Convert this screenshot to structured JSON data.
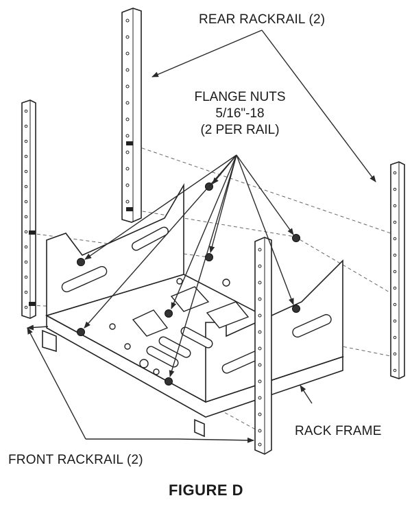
{
  "labels": {
    "rear_rackrail": "REAR RACKRAIL (2)",
    "flange_nuts_line1": "FLANGE NUTS",
    "flange_nuts_line2": "5/16\"-18",
    "flange_nuts_line3": "(2 PER RAIL)",
    "rack_frame": "RACK FRAME",
    "front_rackrail": "FRONT RACKRAIL (2)"
  },
  "figure_title": "FIGURE D",
  "colors": {
    "line": "#2a2a2a",
    "dashed": "#555555",
    "fill": "#ffffff",
    "nut": "#333333"
  }
}
